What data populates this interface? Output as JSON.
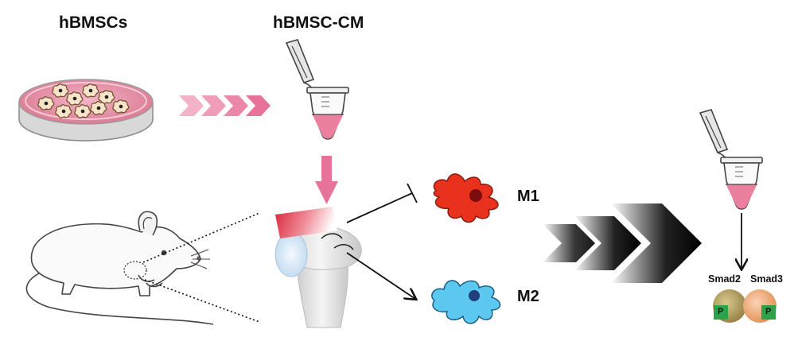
{
  "labels": {
    "cells": "hBMSCs",
    "conditioned_medium": "hBMSC-CM",
    "m1": "M1",
    "m2": "M2",
    "smad2": "Smad2",
    "smad3": "Smad3",
    "phospho": "P"
  },
  "colors": {
    "pink_arrow": "#e8739a",
    "dish_medium": "#e58aa4",
    "tube_liquid": "#ea7f9e",
    "m1_cell": "#e8321e",
    "m2_cell": "#5cc8ef",
    "phospho_box": "#2ea24a",
    "smad_orange": "#e8a070",
    "smad_olive": "#b19a55"
  },
  "icons": {
    "dish": "petri-dish-icon",
    "tube": "microcentrifuge-tube-icon",
    "mouse": "mouse-icon",
    "joint": "shoulder-joint-icon",
    "macrophage": "macrophage-cell-icon"
  }
}
